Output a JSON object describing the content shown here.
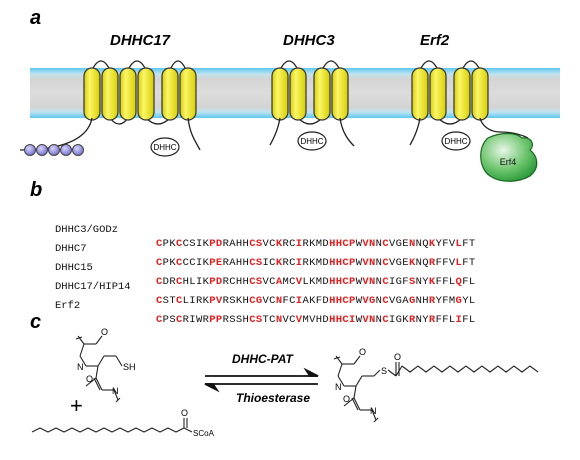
{
  "panels": {
    "a": {
      "label": "a",
      "proteins": [
        {
          "name": "DHHC17",
          "tm_count": 6,
          "domain": "DHHC",
          "ankyrin_repeats": 5
        },
        {
          "name": "DHHC3",
          "tm_count": 4,
          "domain": "DHHC"
        },
        {
          "name": "Erf2",
          "tm_count": 4,
          "domain": "DHHC",
          "partner": "Erf4"
        }
      ]
    },
    "b": {
      "label": "b",
      "sequences": [
        {
          "name": "DHHC3/GODz",
          "seq": "CPKCCSIKPDRAHHCSVCKRCIRKMDHHCPWVNNCVGENNQKYFVLFT"
        },
        {
          "name": "DHHC7",
          "seq": "CPKCCCIKPERAHHCSICKRCIRKMDHHCPWVNNCVGEKNQRFFVLFT"
        },
        {
          "name": "DHHC15",
          "seq": "CDRCHLIKPDRCHHCSVCAMCVLKMDHHCPWVNNCIGFSNYKFFLQFL"
        },
        {
          "name": "DHHC17/HIP14",
          "seq": "CSTCLIRKPVRSKHCGVCNFCIAKFDHHCPWVGNCVGAGNHRYFMGYL"
        },
        {
          "name": "Erf2",
          "seq": "CPSCRIWRPPRSSHCSTCNVCVMVHDHHCIWVNNCIGKRNYRFFLIFL"
        }
      ],
      "conserved_positions": [
        0,
        3,
        8,
        9,
        14,
        15,
        18,
        21,
        26,
        27,
        28,
        29,
        31,
        32,
        34,
        38,
        41,
        45
      ]
    },
    "c": {
      "label": "c",
      "forward_label": "DHHC-PAT",
      "reverse_label": "Thioesterase",
      "plus": "+",
      "thiol_group": "SH",
      "thioester_s": "S",
      "nitrogen": "N",
      "oxygen": "O",
      "coa_group": "SCoA"
    }
  },
  "colors": {
    "membrane": "#d3d3d3",
    "membrane_edge": "#5cc8f0",
    "helix_fill": "#f5ee1a",
    "helix_stroke": "#333333",
    "ankyrin_fill": "#8a86d8",
    "erf4_fill": "#3cb04a",
    "conserved": "#e02020"
  }
}
